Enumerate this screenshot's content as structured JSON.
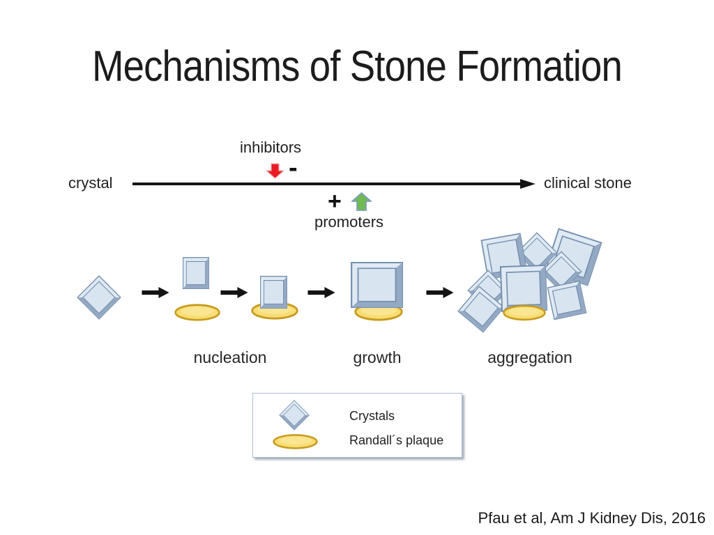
{
  "slide": {
    "title": "Mechanisms of Stone Formation",
    "citation": "Pfau et al, Am J Kidney Dis, 2016"
  },
  "process": {
    "start_label": "crystal",
    "end_label": "clinical stone",
    "inhibitors_label": "inhibitors",
    "inhibitors_sign": "-",
    "promoters_label": "promoters",
    "promoters_sign": "+"
  },
  "stages": [
    {
      "label": "nucleation"
    },
    {
      "label": "growth"
    },
    {
      "label": "aggregation"
    }
  ],
  "legend": {
    "items": [
      {
        "icon": "crystal-diamond-icon",
        "label": "Crystals"
      },
      {
        "icon": "randalls-plaque-icon",
        "label": "Randall´s plaque"
      }
    ]
  },
  "colors": {
    "crystal_fill": "#d9e4f1",
    "crystal_frame": "#e0eaf4",
    "crystal_shade": "#94a9c3",
    "crystal_stroke": "#7490ae",
    "plaque_fill": "#f8dc74",
    "plaque_light": "#fae591",
    "plaque_stroke": "#c79b1e",
    "inhibitor_arrow": "#e91c25",
    "promoter_arrow": "#71b952",
    "flow_arrow": "#141414",
    "text": "#212121"
  }
}
